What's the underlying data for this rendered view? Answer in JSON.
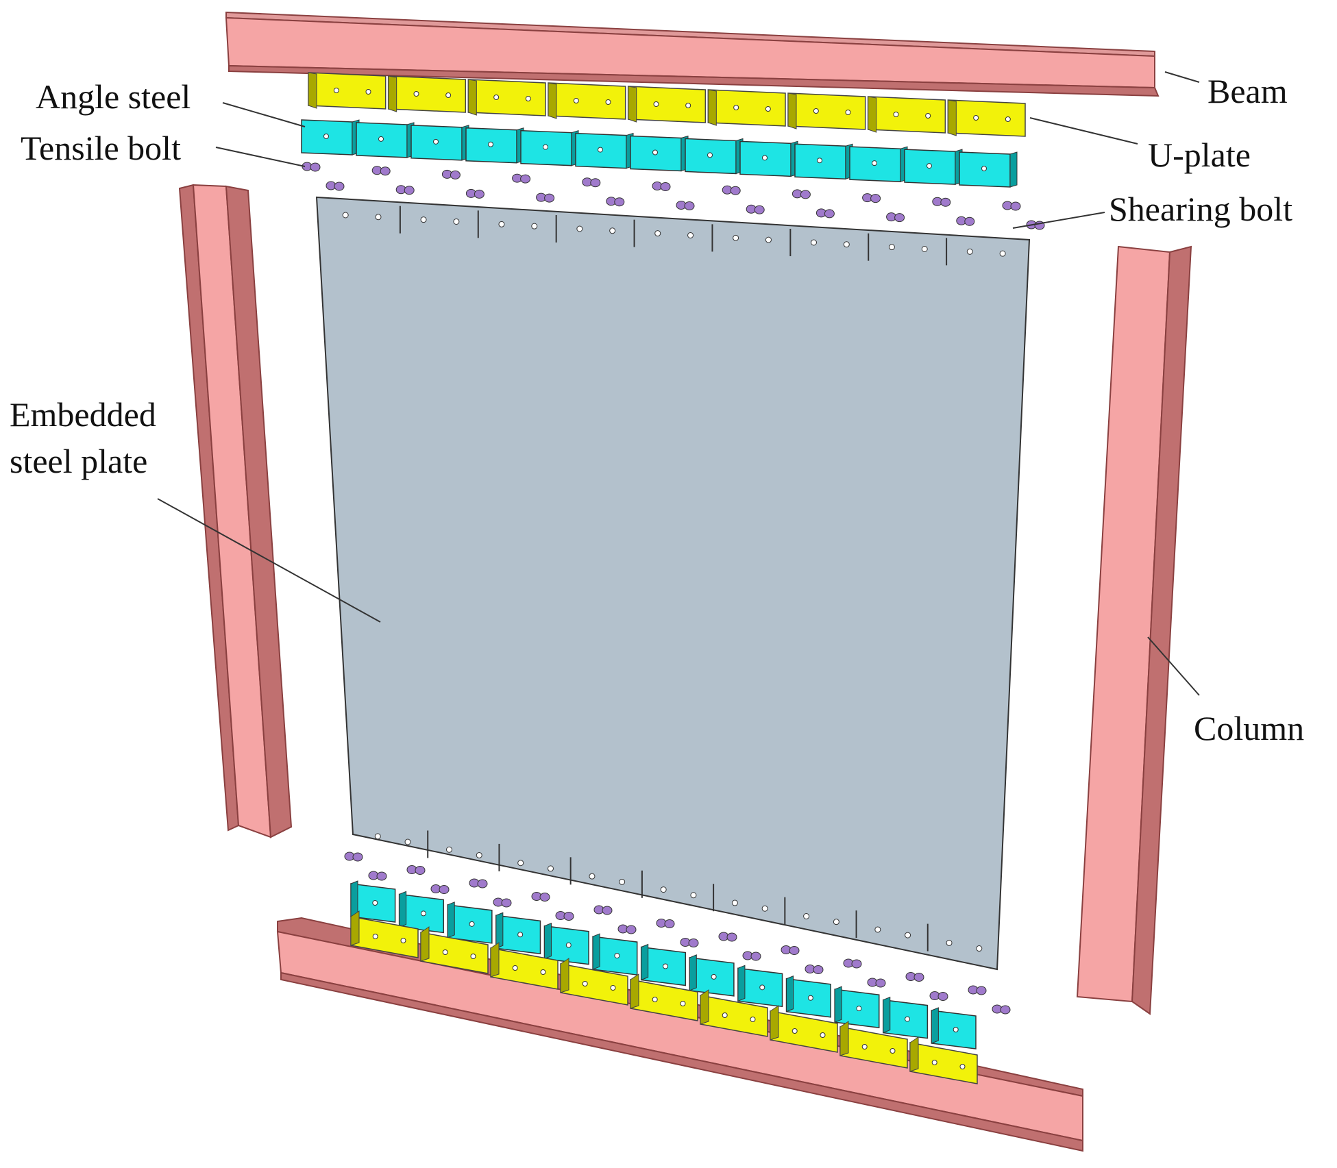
{
  "labels": {
    "beam": "Beam",
    "angle_steel": "Angle steel",
    "tensile_bolt": "Tensile bolt",
    "u_plate": "U-plate",
    "shearing_bolt": "Shearing bolt",
    "embedded_plate_line1": "Embedded",
    "embedded_plate_line2": "steel plate",
    "column": "Column"
  },
  "components": {
    "upper_angle_steel_count": 9,
    "upper_u_plate_count": 13,
    "lower_angle_steel_count": 9,
    "lower_u_plate_count": 13,
    "plate_slot_count": 9
  },
  "colors": {
    "beam": "#f5a5a5",
    "beam_edge": "#c07070",
    "angle_steel": "#f2f20a",
    "angle_steel_dark": "#a8a800",
    "u_plate": "#1ee4e4",
    "u_plate_dark": "#0a9e9e",
    "plate": "#b3c1cc",
    "bolt": "#a07acc"
  }
}
